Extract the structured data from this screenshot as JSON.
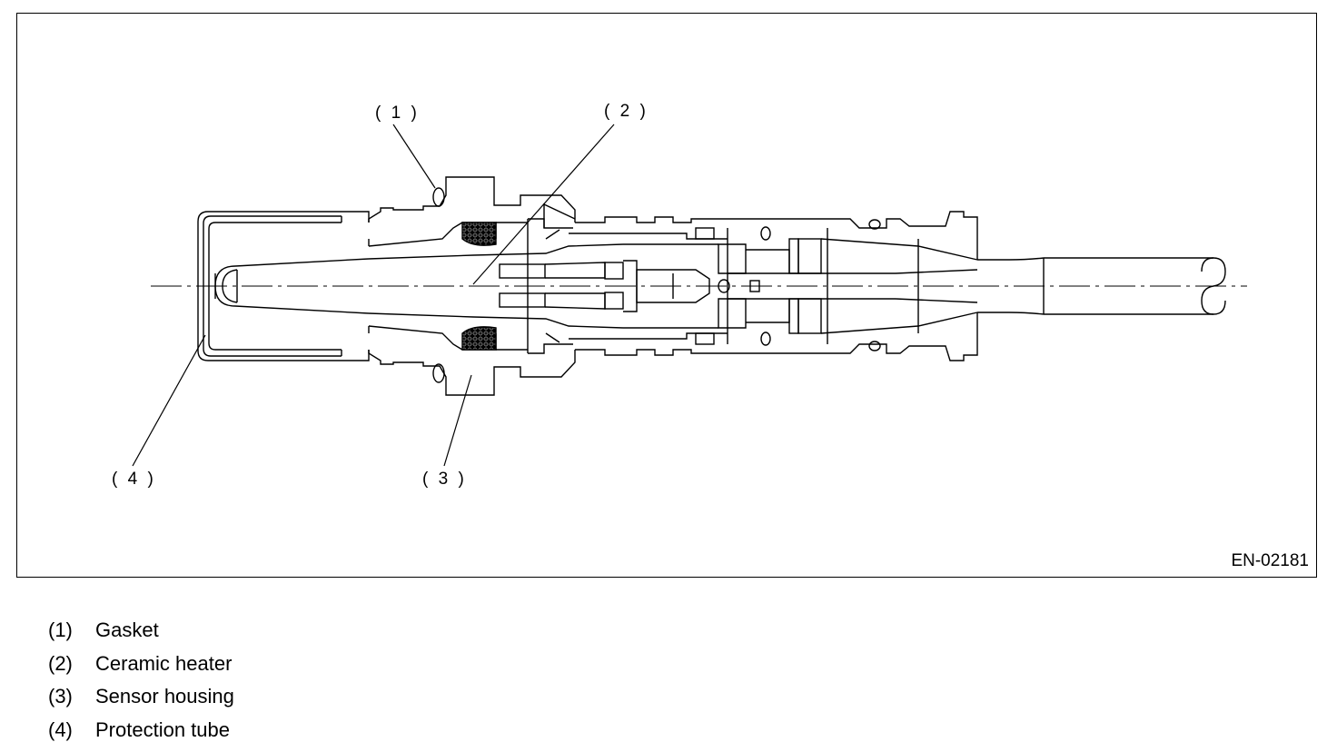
{
  "diagram": {
    "callouts": [
      {
        "id": 1,
        "text": "( 1 )"
      },
      {
        "id": 2,
        "text": "( 2 )"
      },
      {
        "id": 3,
        "text": "( 3 )"
      },
      {
        "id": 4,
        "text": "( 4 )"
      }
    ],
    "figure_id": "EN-02181"
  },
  "legend": {
    "items": [
      {
        "num": "(1)",
        "label": "Gasket"
      },
      {
        "num": "(2)",
        "label": "Ceramic heater"
      },
      {
        "num": "(3)",
        "label": "Sensor housing"
      },
      {
        "num": "(4)",
        "label": "Protection tube"
      }
    ]
  }
}
